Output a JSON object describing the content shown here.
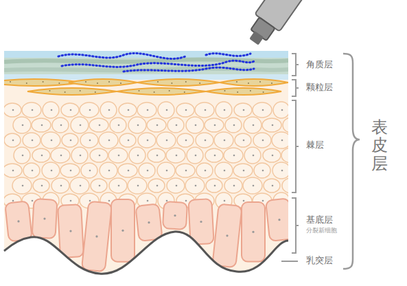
{
  "diagram": {
    "labels": [
      "角质层",
      "颗粒层",
      "棘层",
      "基底层",
      "分裂新细胞",
      "乳突层",
      "表皮层"
    ]
  }
}
